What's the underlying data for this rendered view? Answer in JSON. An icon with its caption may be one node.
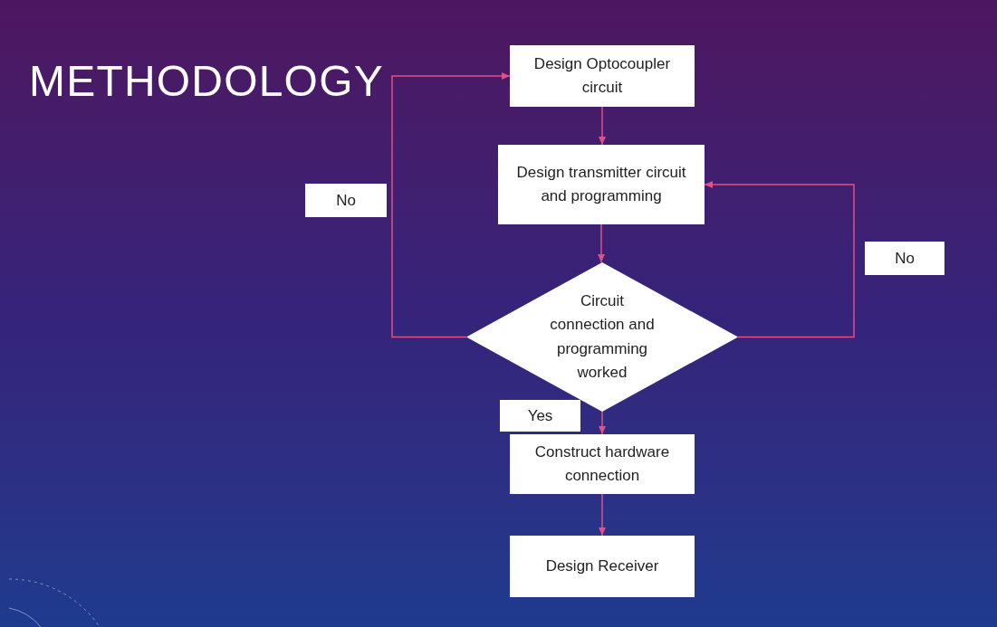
{
  "diagram": {
    "title": "METHODOLOGY",
    "nodes": [
      {
        "text": [
          "Design Optocoupler circuit"
        ]
      },
      {
        "text": [
          "Design transmitter circuit and programming"
        ]
      },
      {
        "text": [
          "Circuit connection and programming worked"
        ]
      },
      {
        "text": [
          "Construct hardware connection"
        ]
      },
      {
        "text": [
          "Design Receiver"
        ]
      }
    ],
    "edges": [
      {
        "from": 0,
        "to": 1,
        "arrow": "to"
      },
      {
        "from": 1,
        "to": 2,
        "arrow": "to"
      },
      {
        "from": 2,
        "to": 0,
        "arrow": "to",
        "label": "No"
      },
      {
        "from": 2,
        "to": 1,
        "arrow": "to",
        "label": "No"
      },
      {
        "from": 2,
        "to": 3,
        "arrow": "to",
        "label": "Yes"
      },
      {
        "from": 3,
        "to": 4,
        "arrow": "to"
      }
    ]
  }
}
